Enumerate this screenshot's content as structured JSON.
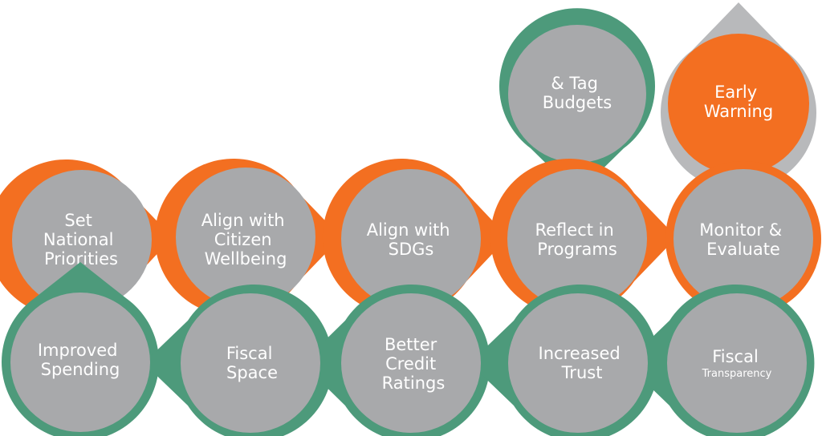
{
  "colors": {
    "orange": "#f36f21",
    "green": "#4d9a7b",
    "gray": "#a8a9ab",
    "light_gray": "#b8b9bb",
    "text": "#ffffff"
  },
  "top_row": {
    "node1": {
      "line1": "Set",
      "line2": "National",
      "line3": "Priorities"
    },
    "node2": {
      "line1": "Align with",
      "line2": "Citizen",
      "line3": "Wellbeing"
    },
    "node3": {
      "line1": "Align with",
      "line2": "SDGs"
    },
    "node4": {
      "line1": "Reflect in",
      "line2": "Programs"
    },
    "node5": {
      "line1": "Monitor &",
      "line2": "Evaluate"
    }
  },
  "pins": {
    "tag": {
      "line1": "& Tag",
      "line2": "Budgets"
    },
    "warning": {
      "line1": "Early",
      "line2": "Warning"
    }
  },
  "bottom_row": {
    "node1": {
      "line1": "Improved",
      "line2": "Spending"
    },
    "node2": {
      "line1": "Fiscal",
      "line2": "Space"
    },
    "node3": {
      "line1": "Better",
      "line2": "Credit",
      "line3": "Ratings"
    },
    "node4": {
      "line1": "Increased",
      "line2": "Trust"
    },
    "node5": {
      "line1": "Fiscal",
      "line2": "Transparency"
    }
  }
}
